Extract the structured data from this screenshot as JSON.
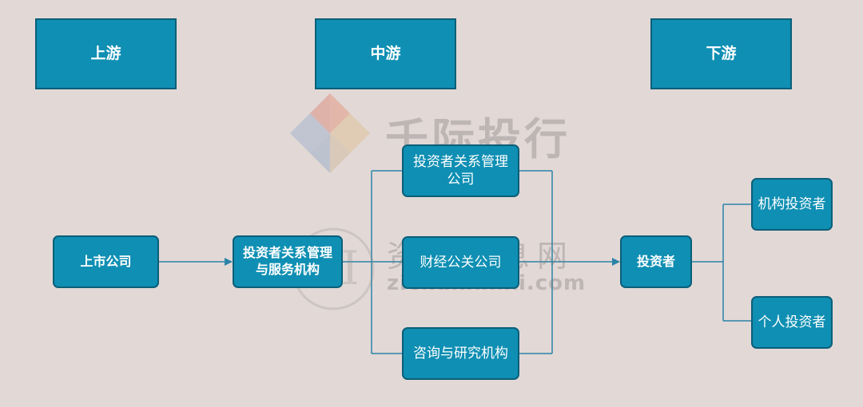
{
  "stages": {
    "upstream": "上游",
    "midstream": "中游",
    "downstream": "下游"
  },
  "nodes": {
    "listed_company": "上市公司",
    "ir_service": "投资者关系管理与服务机构",
    "ir_company": "投资者关系管理公司",
    "pr_company": "财经公关公司",
    "research": "咨询与研究机构",
    "investor": "投资者",
    "institutional": "机构投资者",
    "individual": "个人投资者"
  },
  "watermarks": {
    "brand_top": "千际投行",
    "brand_mid": "资产信息网",
    "brand_url": "zichanxinxi.com",
    "brand_logo_text": "AI"
  },
  "colors": {
    "box_fill": "#0f8fb3",
    "box_border": "#0b5f79",
    "line": "#2a84a8",
    "background": "#e2d8d6"
  }
}
